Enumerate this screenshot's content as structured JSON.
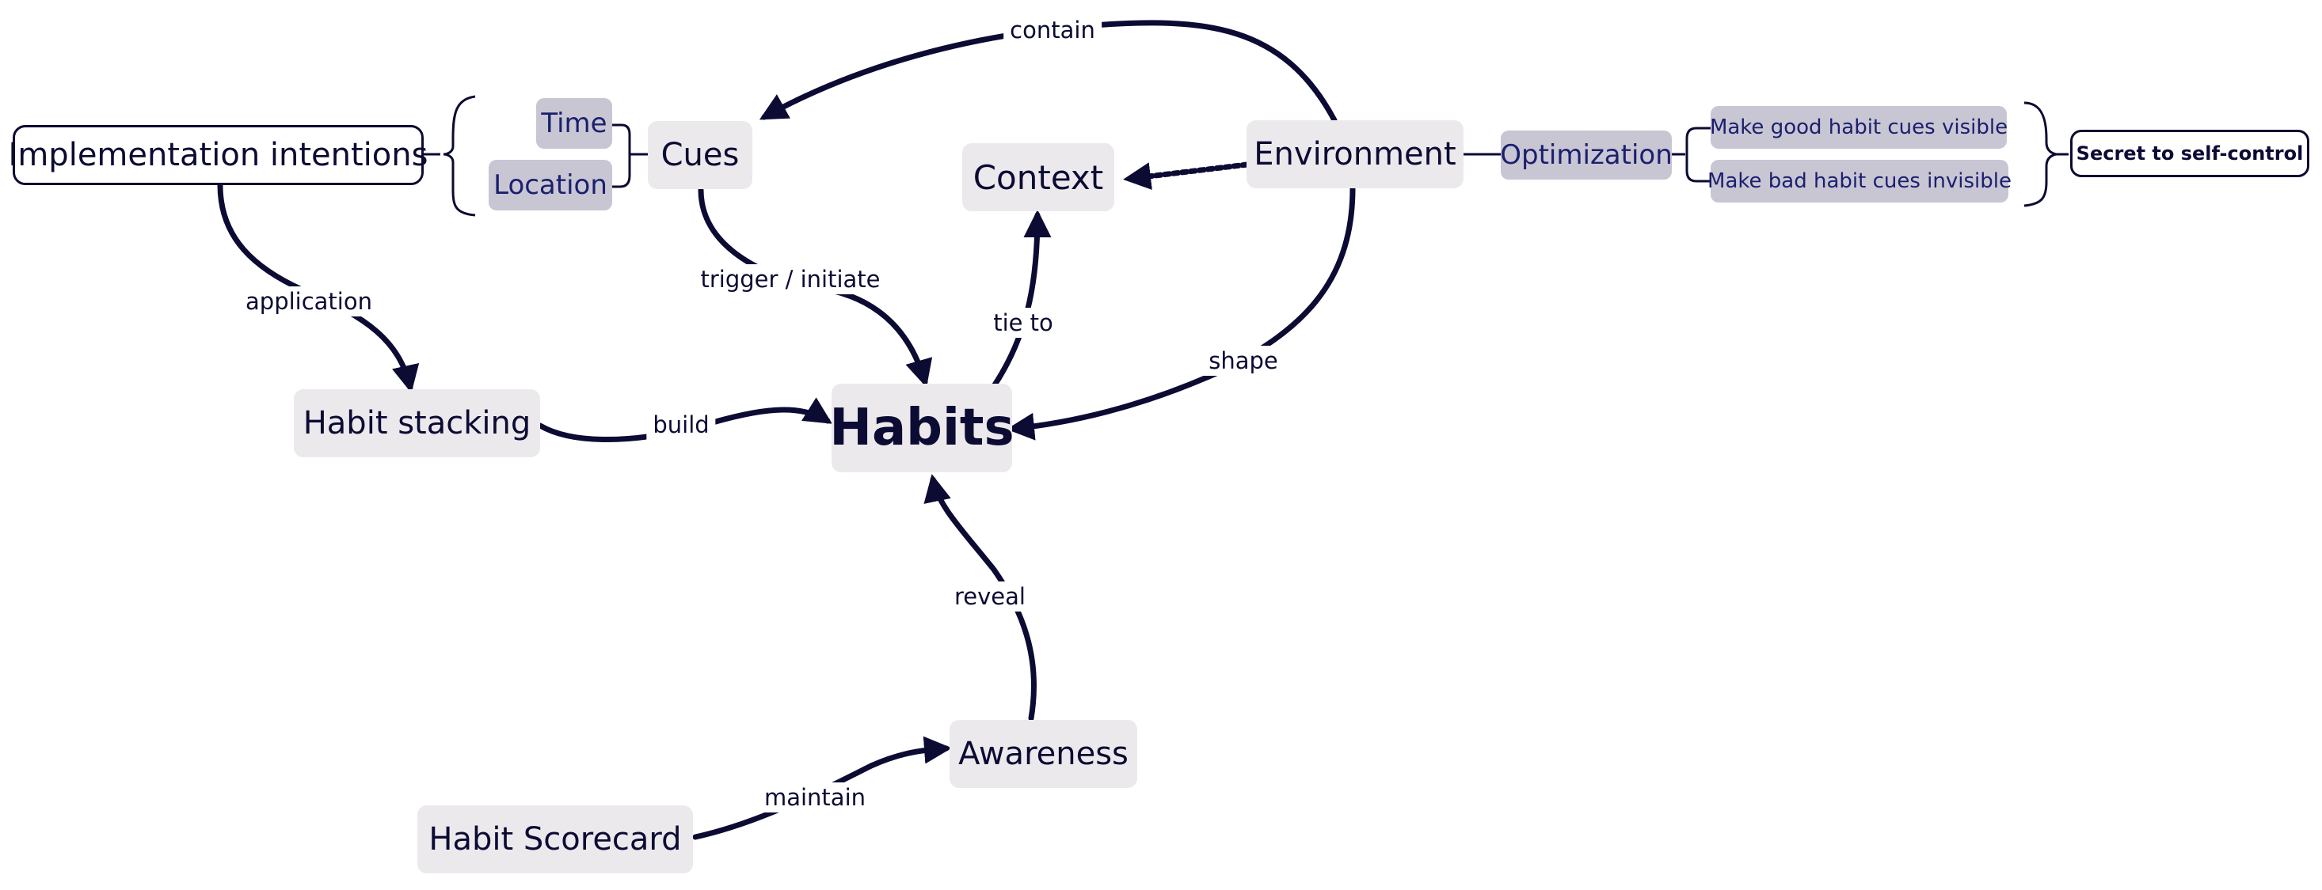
{
  "nodes": {
    "implementation_intentions": "Implementation intentions",
    "time": "Time",
    "location": "Location",
    "cues": "Cues",
    "context": "Context",
    "environment": "Environment",
    "optimization": "Optimization",
    "good_cues": "Make good habit cues visible",
    "bad_cues": "Make bad habit cues invisible",
    "secret": "Secret to self-control",
    "habit_stacking": "Habit stacking",
    "habits": "Habits",
    "awareness": "Awareness",
    "habit_scorecard": "Habit Scorecard"
  },
  "edges": {
    "contain": "contain",
    "application": "application",
    "trigger": "trigger / initiate",
    "tie_to": "tie to",
    "shape": "shape",
    "build": "build",
    "reveal": "reveal",
    "maintain": "maintain"
  },
  "colors": {
    "ink": "#0b0b33",
    "node_fill": "#ece9ed",
    "subnode_fill": "#c8c6d3",
    "subnode_text": "#1b1f6e"
  }
}
